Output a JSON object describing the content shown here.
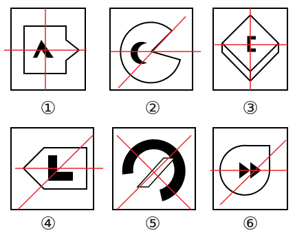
{
  "panels": [
    {
      "id": 1,
      "label": "①",
      "shape": "arrow-outline-with-inner-chevron"
    },
    {
      "id": 2,
      "label": "②",
      "shape": "pacman-circle-with-inner-crescent"
    },
    {
      "id": 3,
      "label": "③",
      "shape": "diamond-with-letter-c"
    },
    {
      "id": 4,
      "label": "④",
      "shape": "pentagon-with-l-block"
    },
    {
      "id": 5,
      "label": "⑤",
      "shape": "thick-arc-with-parallelogram"
    },
    {
      "id": 6,
      "label": "⑥",
      "shape": "teardrop-with-double-arrow"
    }
  ],
  "colors": {
    "line": "#000000",
    "axis": "#e8242c",
    "background": "#ffffff"
  }
}
